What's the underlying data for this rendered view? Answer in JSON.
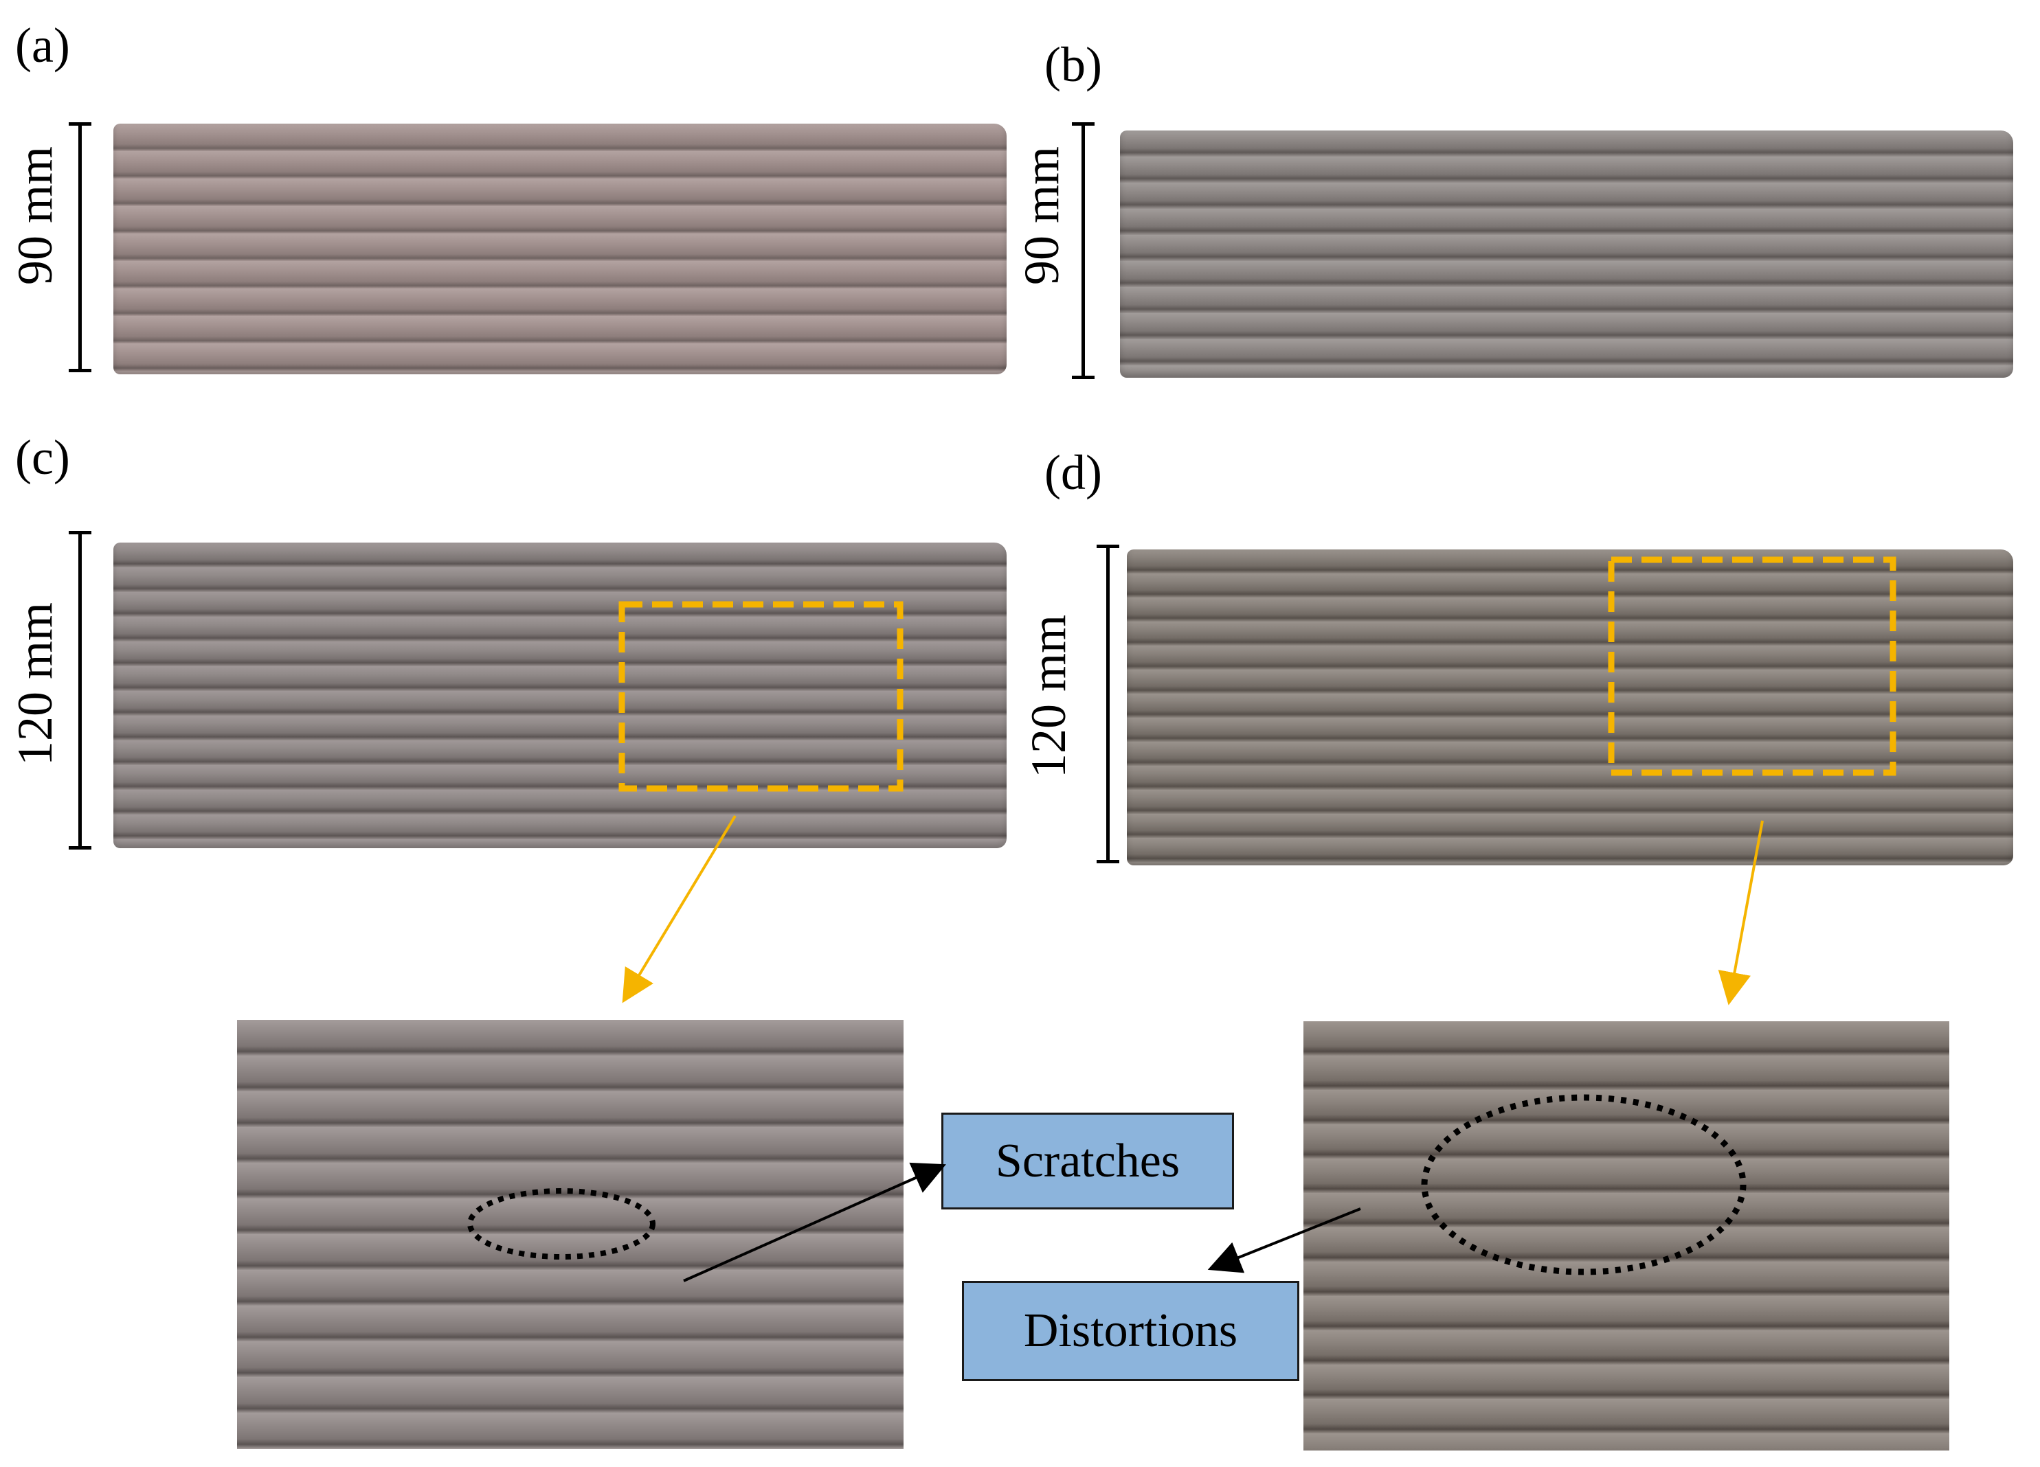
{
  "panels": {
    "a": {
      "label": "(a)",
      "height_label": "90 mm"
    },
    "b": {
      "label": "(b)",
      "height_label": "90 mm"
    },
    "c": {
      "label": "(c)",
      "height_label": "120 mm"
    },
    "d": {
      "label": "(d)",
      "height_label": "120 mm"
    }
  },
  "callouts": {
    "scratches": "Scratches",
    "distortions": "Distortions"
  },
  "colors": {
    "highlight_box": "#f5b400",
    "callout_fill": "#8cb4dc",
    "specimen_a": "#9e8a88",
    "specimen_b": "#8c8684",
    "specimen_c": "#8a8484",
    "specimen_d": "#86807a"
  }
}
